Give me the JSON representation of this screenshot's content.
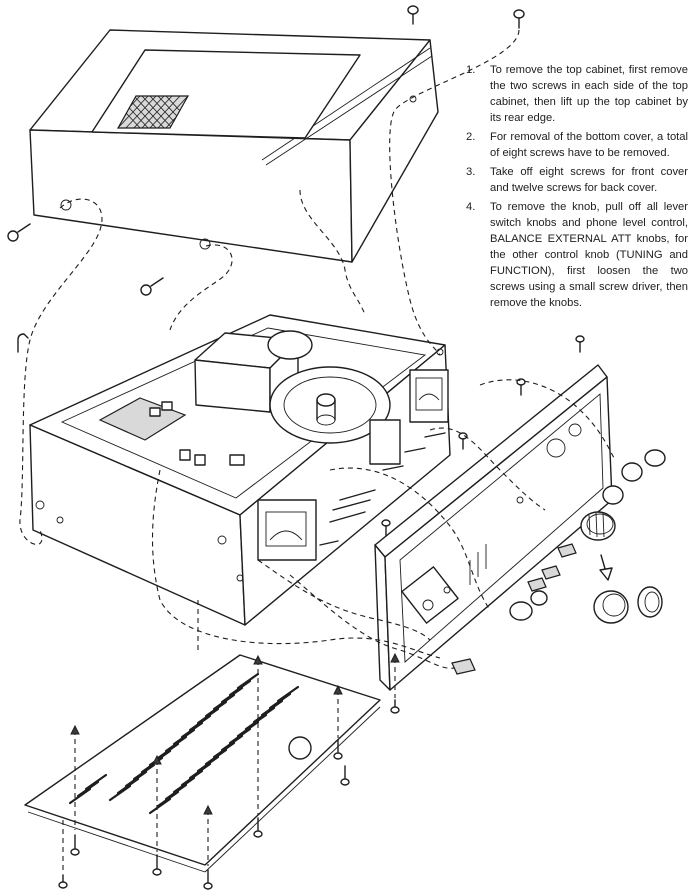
{
  "instructions": [
    {
      "number": "1.",
      "text": "To remove the top cabinet, first remove the two screws in each side of the top cabinet, then lift up the top cabinet by its rear edge."
    },
    {
      "number": "2.",
      "text": "For removal of the bottom cover, a total of eight screws have to be removed."
    },
    {
      "number": "3.",
      "text": "Take off eight screws for front cover and twelve screws for back cover."
    },
    {
      "number": "4.",
      "text": "To remove the knob, pull off all lever switch knobs and phone level control, BALANCE EXTERNAL ATT knobs, for the other control knob (TUNING and FUNCTION), first loosen the two screws using a small screw driver, then remove the knobs."
    }
  ]
}
